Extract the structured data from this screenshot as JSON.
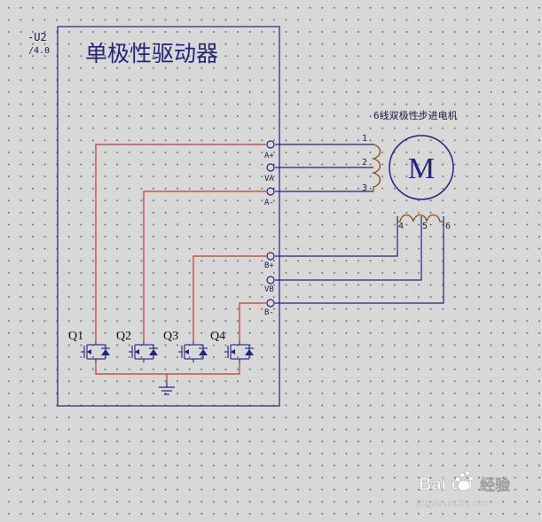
{
  "component": {
    "designator": "-U2",
    "sub_label": "/4.0",
    "title": "单极性驱动器"
  },
  "motor": {
    "title": "6线双极性步进电机",
    "symbol": "M",
    "coil_a_pins": [
      "1",
      "2",
      "3"
    ],
    "coil_b_pins": [
      "4",
      "5",
      "6"
    ]
  },
  "terminals": {
    "a_plus": "A+",
    "va": "VA",
    "a_minus": "A-",
    "b_plus": "B+",
    "vb": "VB",
    "b_minus": "B-"
  },
  "transistors": [
    "Q1",
    "Q2",
    "Q3",
    "Q4"
  ],
  "colors": {
    "border": "#23237a",
    "wire_blue": "#23237a",
    "wire_red": "#c0392b"
  },
  "watermark": {
    "brand": "Bai du",
    "chinese": "经验",
    "url": "jingyan.baidu.com"
  }
}
